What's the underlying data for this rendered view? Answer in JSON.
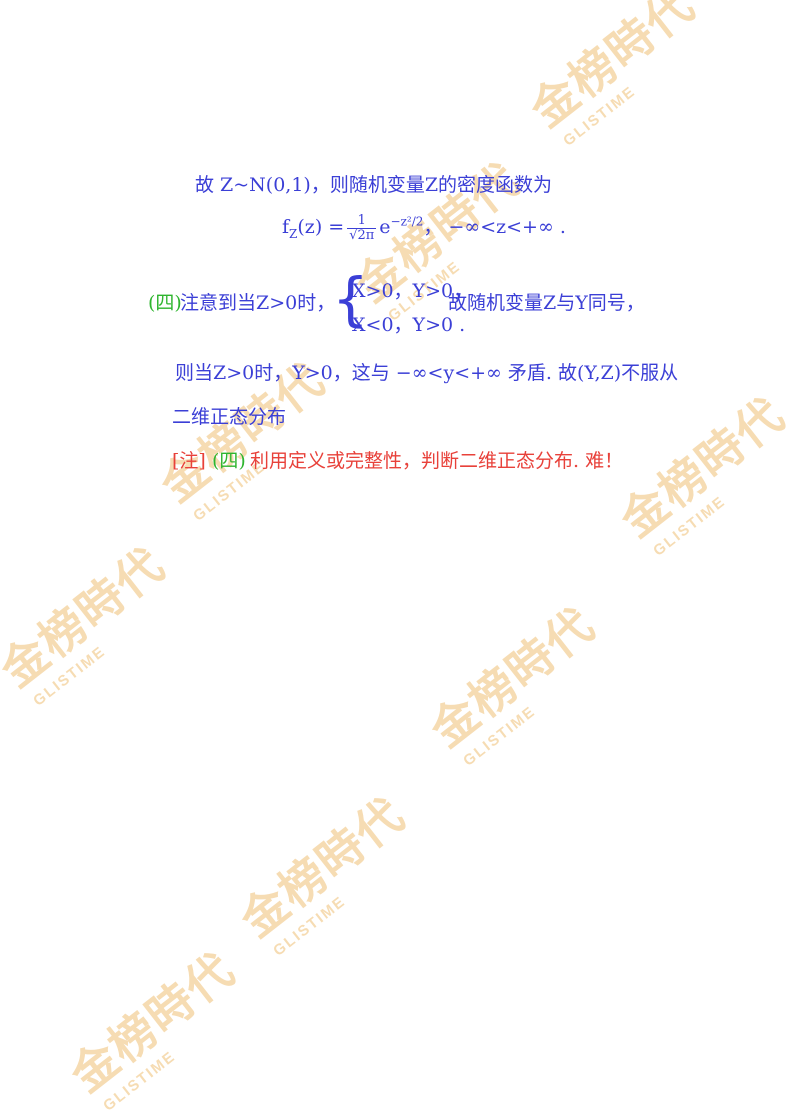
{
  "watermark": {
    "text_cn": "金榜時代",
    "text_en": "GLISTIME"
  },
  "content": {
    "line1": "故 Z~N(0,1)，则随机变量Z的密度函数为",
    "formula": {
      "lhs": "f",
      "lhs_sub": "Z",
      "lhs_arg": "(z) =",
      "frac_num": "1",
      "frac_den": "√2π",
      "exp_base": "e",
      "exp_sup": "−z²/2",
      "range": "，   −∞<z<+∞ ."
    },
    "item4": {
      "marker": "(四)",
      "lead": "注意到当Z>0时，",
      "case1": "X>0，Y>0，",
      "case2": "X<0，Y>0 .",
      "tail": "故随机变量Z与Y同号，"
    },
    "line4": "则当Z>0时，Y>0，这与 −∞<y<+∞ 矛盾. 故(Y,Z)不服从",
    "line5": "二维正态分布",
    "note": {
      "bracket": "[注]",
      "marker": "(四)",
      "text": "利用定义或完整性，判断二维正态分布. 难！"
    }
  },
  "colors": {
    "main": "#3b3fd6",
    "marker": "#2fb52f",
    "note": "#e8413a",
    "watermark": "#f6dcb3"
  }
}
